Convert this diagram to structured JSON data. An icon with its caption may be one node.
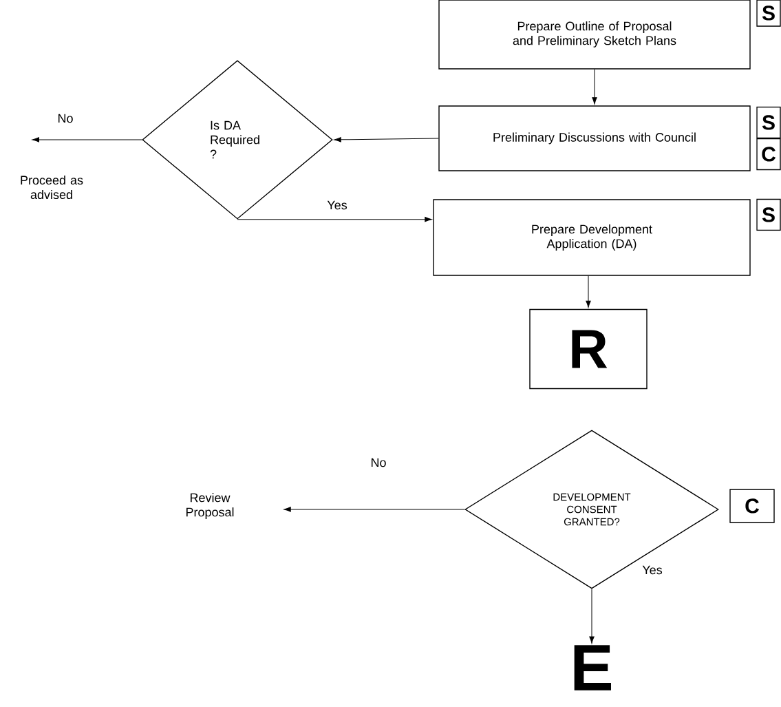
{
  "diagram": {
    "nodes": [
      {
        "text": [
          "Prepare Outline of Proposal and Preliminary Sketch Plans"
        ]
      },
      {
        "text": [
          "S"
        ]
      },
      {
        "text": [
          "Preliminary Discussions with Council"
        ]
      },
      {
        "text": [
          "S"
        ]
      },
      {
        "text": [
          "C"
        ]
      },
      {
        "text": [
          "Is DA Required ?"
        ]
      },
      {
        "text": [
          "Proceed as advised"
        ]
      },
      {
        "text": [
          "Prepare Development Application (DA)"
        ]
      },
      {
        "text": [
          "S"
        ]
      },
      {
        "text": [
          "R"
        ]
      },
      {
        "text": [
          "DEVELOPMENT CONSENT GRANTED?"
        ]
      },
      {
        "text": [
          "C"
        ]
      },
      {
        "text": [
          "Review Proposal"
        ]
      },
      {
        "text": [
          "E"
        ]
      }
    ],
    "edges": [
      {
        "from": 0,
        "to": 2,
        "arrow": "to"
      },
      {
        "from": 2,
        "to": 5,
        "arrow": "to"
      },
      {
        "from": 5,
        "to": 6,
        "arrow": "to",
        "label": "No"
      },
      {
        "from": 5,
        "to": 7,
        "arrow": "to",
        "label": "Yes"
      },
      {
        "from": 7,
        "to": 9,
        "arrow": "to"
      },
      {
        "from": 10,
        "to": 12,
        "arrow": "to",
        "label": "No"
      },
      {
        "from": 10,
        "to": 13,
        "arrow": "to",
        "label": "Yes"
      }
    ]
  }
}
